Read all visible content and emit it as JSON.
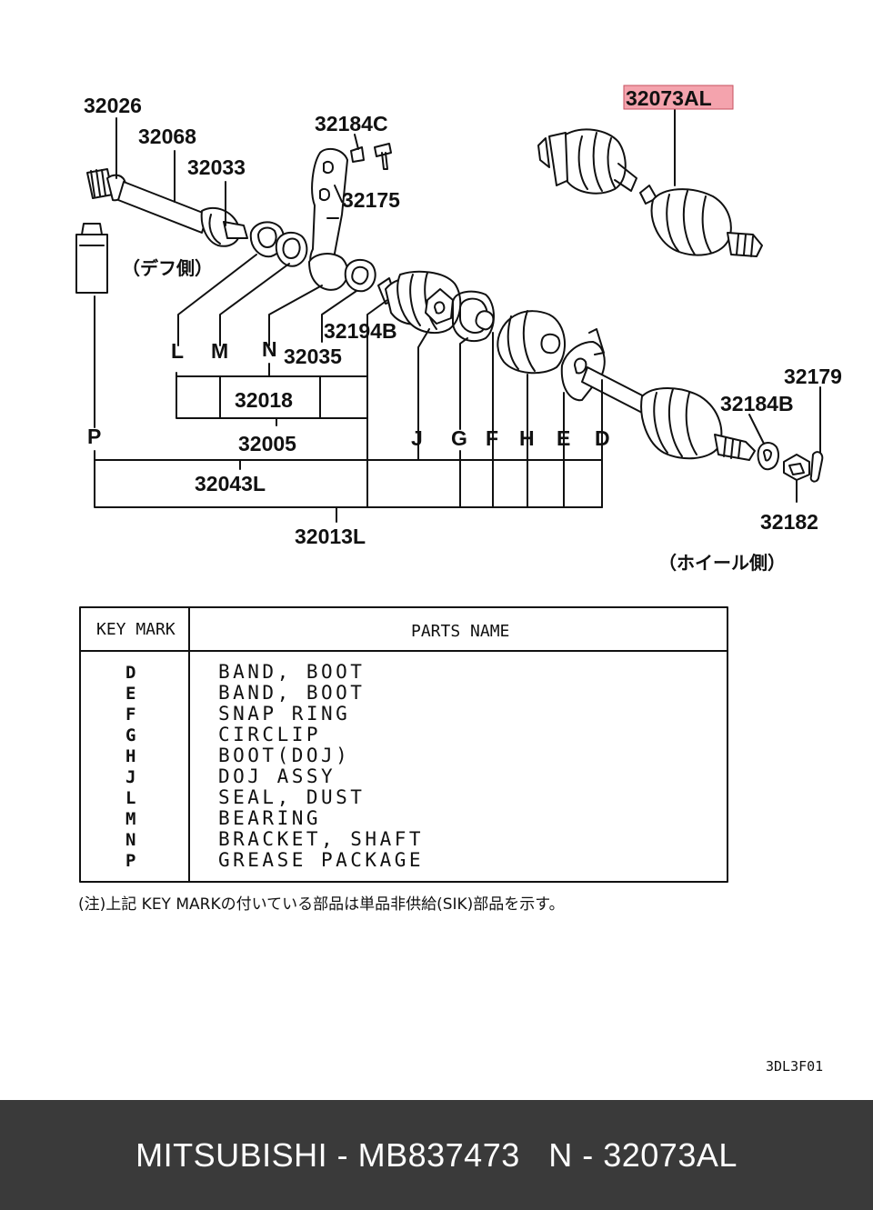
{
  "labels": {
    "p32026": "32026",
    "p32068": "32068",
    "p32033": "32033",
    "p32184C": "32184C",
    "p32175": "32175",
    "p32073AL": "32073AL",
    "p32194B": "32194B",
    "p32035": "32035",
    "p32018": "32018",
    "p32005": "32005",
    "p32043L": "32043L",
    "p32013L": "32013L",
    "p32179": "32179",
    "p32184B": "32184B",
    "p32182": "32182",
    "diff_side": "（デフ側）",
    "wheel_side": "（ホイール側）",
    "key_L": "L",
    "key_M": "M",
    "key_N": "N",
    "key_P": "P",
    "key_J": "J",
    "key_G": "G",
    "key_F": "F",
    "key_H": "H",
    "key_E": "E",
    "key_D": "D"
  },
  "highlight_color": "#f4a3ad",
  "table": {
    "header_key": "KEY MARK",
    "header_name": "PARTS NAME",
    "rows": [
      {
        "key": "D",
        "name": "BAND, BOOT"
      },
      {
        "key": "E",
        "name": "BAND, BOOT"
      },
      {
        "key": "F",
        "name": "SNAP RING"
      },
      {
        "key": "G",
        "name": "CIRCLIP"
      },
      {
        "key": "H",
        "name": "BOOT(DOJ)"
      },
      {
        "key": "J",
        "name": "DOJ ASSY"
      },
      {
        "key": "L",
        "name": "SEAL, DUST"
      },
      {
        "key": "M",
        "name": "BEARING"
      },
      {
        "key": "N",
        "name": "BRACKET, SHAFT"
      },
      {
        "key": "P",
        "name": "GREASE PACKAGE"
      }
    ]
  },
  "note": "(注)上記 KEY MARKの付いている部品は単品非供給(SIK)部品を示す。",
  "diagram_code": "3DL3F01",
  "footer": {
    "text": "MITSUBISHI - MB837473   N - 32073AL"
  }
}
